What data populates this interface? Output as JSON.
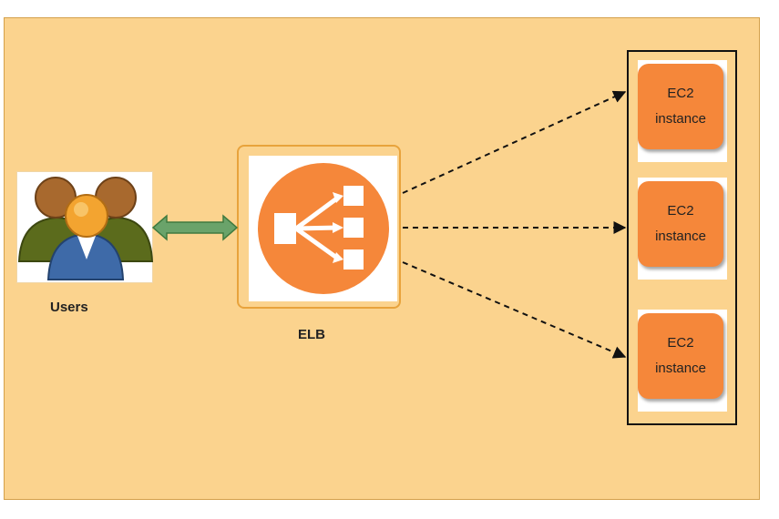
{
  "users": {
    "label": "Users"
  },
  "elb": {
    "label": "ELB"
  },
  "instances": [
    {
      "line1": "EC2",
      "line2": "instance"
    },
    {
      "line1": "EC2",
      "line2": "instance"
    },
    {
      "line1": "EC2",
      "line2": "instance"
    }
  ],
  "colors": {
    "canvas": "#fbd38e",
    "orange": "#f5873a",
    "arrow_green": "#6aa36a"
  }
}
